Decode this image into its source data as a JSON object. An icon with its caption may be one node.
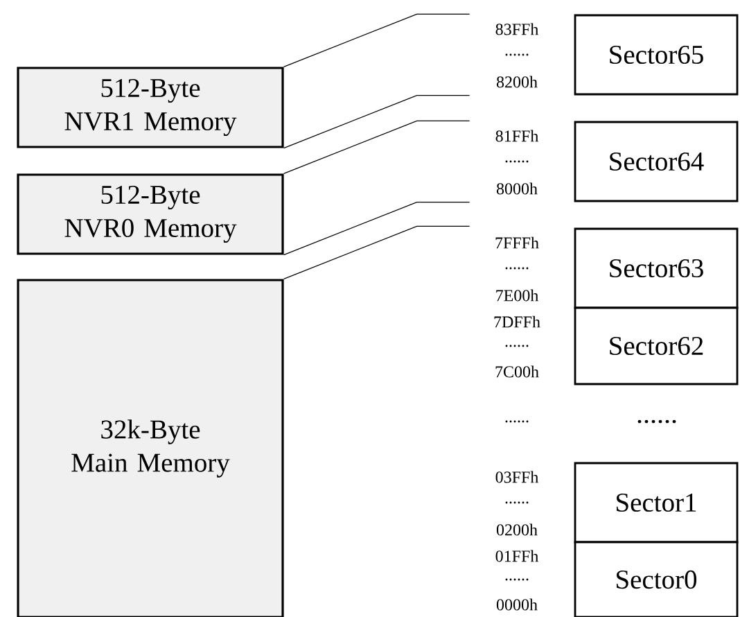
{
  "diagram": {
    "nodes": [
      {
        "text": [
          "512-Byte NVR1 Memory"
        ]
      },
      {
        "text": [
          "512-Byte NVR0 Memory"
        ]
      },
      {
        "text": [
          "32k-Byte Main Memory"
        ]
      },
      {
        "text": [
          "Sector65"
        ],
        "beside": [
          "83FFh",
          "......",
          "8200h"
        ]
      },
      {
        "text": [
          "Sector64"
        ],
        "beside": [
          "81FFh",
          "......",
          "8000h"
        ]
      },
      {
        "text": [
          "Sector63"
        ],
        "beside": [
          "7FFFh",
          "......",
          "7E00h"
        ]
      },
      {
        "text": [
          "Sector62"
        ],
        "beside": [
          "7DFFh",
          "......",
          "7C00h"
        ]
      },
      {
        "text": [
          "Sector1"
        ],
        "beside": [
          "03FFh",
          "......",
          "0200h"
        ]
      },
      {
        "text": [
          "Sector0"
        ],
        "beside": [
          "01FFh",
          "......",
          "0000h"
        ]
      }
    ],
    "edges": [
      {
        "from": 0,
        "to": null,
        "arrow": "none"
      },
      {
        "from": 0,
        "to": null,
        "arrow": "none"
      },
      {
        "from": 1,
        "to": null,
        "arrow": "none"
      },
      {
        "from": 1,
        "to": null,
        "arrow": "none"
      },
      {
        "from": 2,
        "to": null,
        "arrow": "none"
      }
    ],
    "labels": [
      "......",
      "......"
    ]
  }
}
